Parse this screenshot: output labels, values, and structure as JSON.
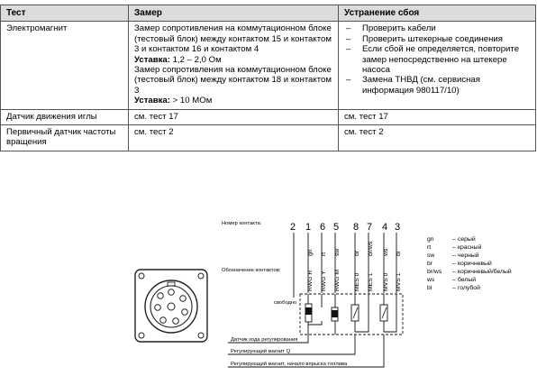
{
  "table": {
    "headers": [
      "Тест",
      "Замер",
      "Устранение сбоя"
    ],
    "rows": [
      {
        "test": "Электромагнит",
        "measure": [
          {
            "text": "Замер сопротивления на коммутационном блоке (тестовый блок) между контактом 15 и контактом 3 и контактом 16 и контактом 4"
          },
          {
            "label": "Уставка:",
            "value": " 1,2 – 2,0 Ом"
          },
          {
            "text": "Замер сопротивления на коммутационном блоке (тестовый блок) между контактом 18 и контактом 3"
          },
          {
            "label": "Уставка:",
            "value": " > 10 МОм"
          }
        ],
        "fix": [
          "Проверить кабели",
          "Проверить штекерные соединения",
          "Если сбой не определяется, повторите замер непосредственно на штекере насоса",
          "Замена ТНВД (см. сервисная информация 980117/10)"
        ]
      },
      {
        "test": "Датчик движения иглы",
        "measure_text": "см. тест 17",
        "fix_text": "см. тест 17"
      },
      {
        "test": "Первичный датчик частоты вращения",
        "measure_text": "см. тест 2",
        "fix_text": "см. тест 2"
      }
    ]
  },
  "diagram": {
    "contact_label": "Номер контакта:",
    "designation_label": "Обозначение контактов:",
    "free_label": "свободно",
    "pins": [
      "2",
      "1",
      "6",
      "5",
      "8",
      "7",
      "4",
      "3"
    ],
    "wire_colors": [
      "gn",
      "rt",
      "sw",
      "br",
      "br/ws",
      "ws",
      "bl"
    ],
    "contact_codes": [
      "RWG R",
      "RWG Y",
      "RWG M",
      "MES 0",
      "MES 1",
      "MVS 0",
      "MVS 1"
    ],
    "legend": [
      {
        "code": "gn",
        "name": "серый"
      },
      {
        "code": "rt",
        "name": "красный"
      },
      {
        "code": "sw",
        "name": "черный"
      },
      {
        "code": "br",
        "name": "коричневый"
      },
      {
        "code": "br/ws",
        "name": "коричневый/белый"
      },
      {
        "code": "ws",
        "name": "белый"
      },
      {
        "code": "bl",
        "name": "голубой"
      }
    ],
    "callouts": [
      "Датчик хода регулирования",
      "Регулирующий магнит Q",
      "Регулирующий магнит, начало впрыска топлива"
    ]
  }
}
